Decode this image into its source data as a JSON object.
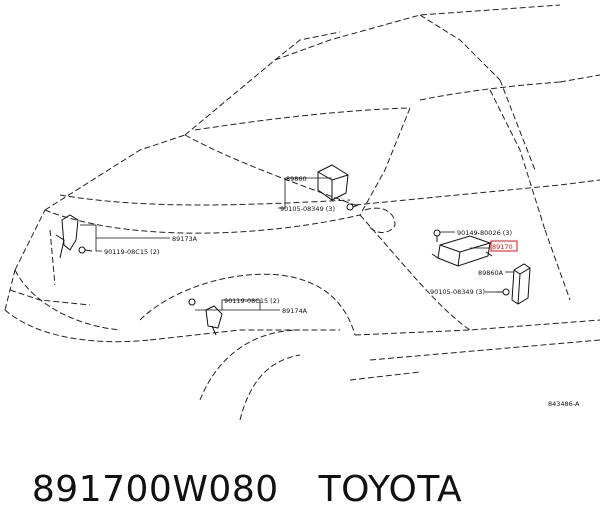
{
  "diagram": {
    "labels": {
      "p89173A": "89173A",
      "p90119_upper": "90119-08C15 (2)",
      "p89860": "89860",
      "p90105_upper": "90105-08349 (3)",
      "p90119_lower": "90119-08C15 (2)",
      "p89174A": "89174A",
      "p90149": "90149-80026 (3)",
      "p89170": "89170",
      "p89860A": "89860A",
      "p90105_lower": "90105-08349 (3)",
      "ref": "843486-A"
    }
  },
  "caption": {
    "part_number": "891700W080",
    "brand": "TOYOTA"
  }
}
